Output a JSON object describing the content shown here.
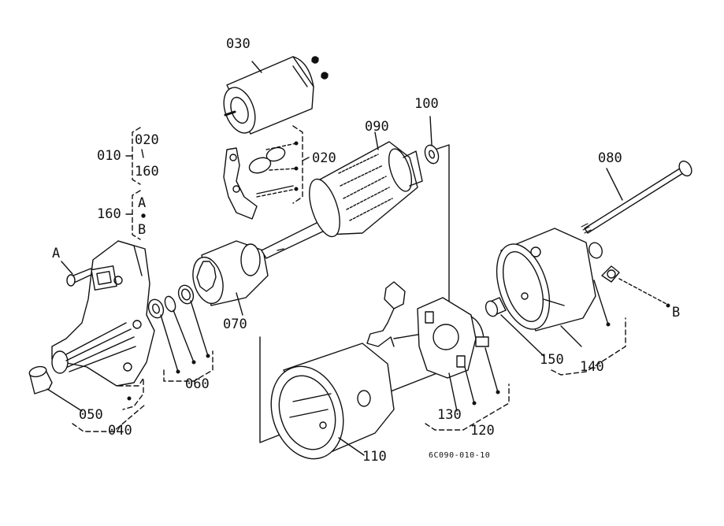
{
  "diagram": {
    "reference_code": "6C090-010-10",
    "labels": {
      "p030": "030",
      "p020_top": "020",
      "p020_right": "020",
      "p010": "010",
      "p160_bracket": "160",
      "p160": "160",
      "letter_a_group": "A",
      "letter_b_group": "B",
      "letter_a": "A",
      "letter_b": "B",
      "p090": "090",
      "p100": "100",
      "p080": "080",
      "p070": "070",
      "p060": "060",
      "p050": "050",
      "p040": "040",
      "p110": "110",
      "p130": "130",
      "p120": "120",
      "p150": "150",
      "p140": "140"
    }
  }
}
